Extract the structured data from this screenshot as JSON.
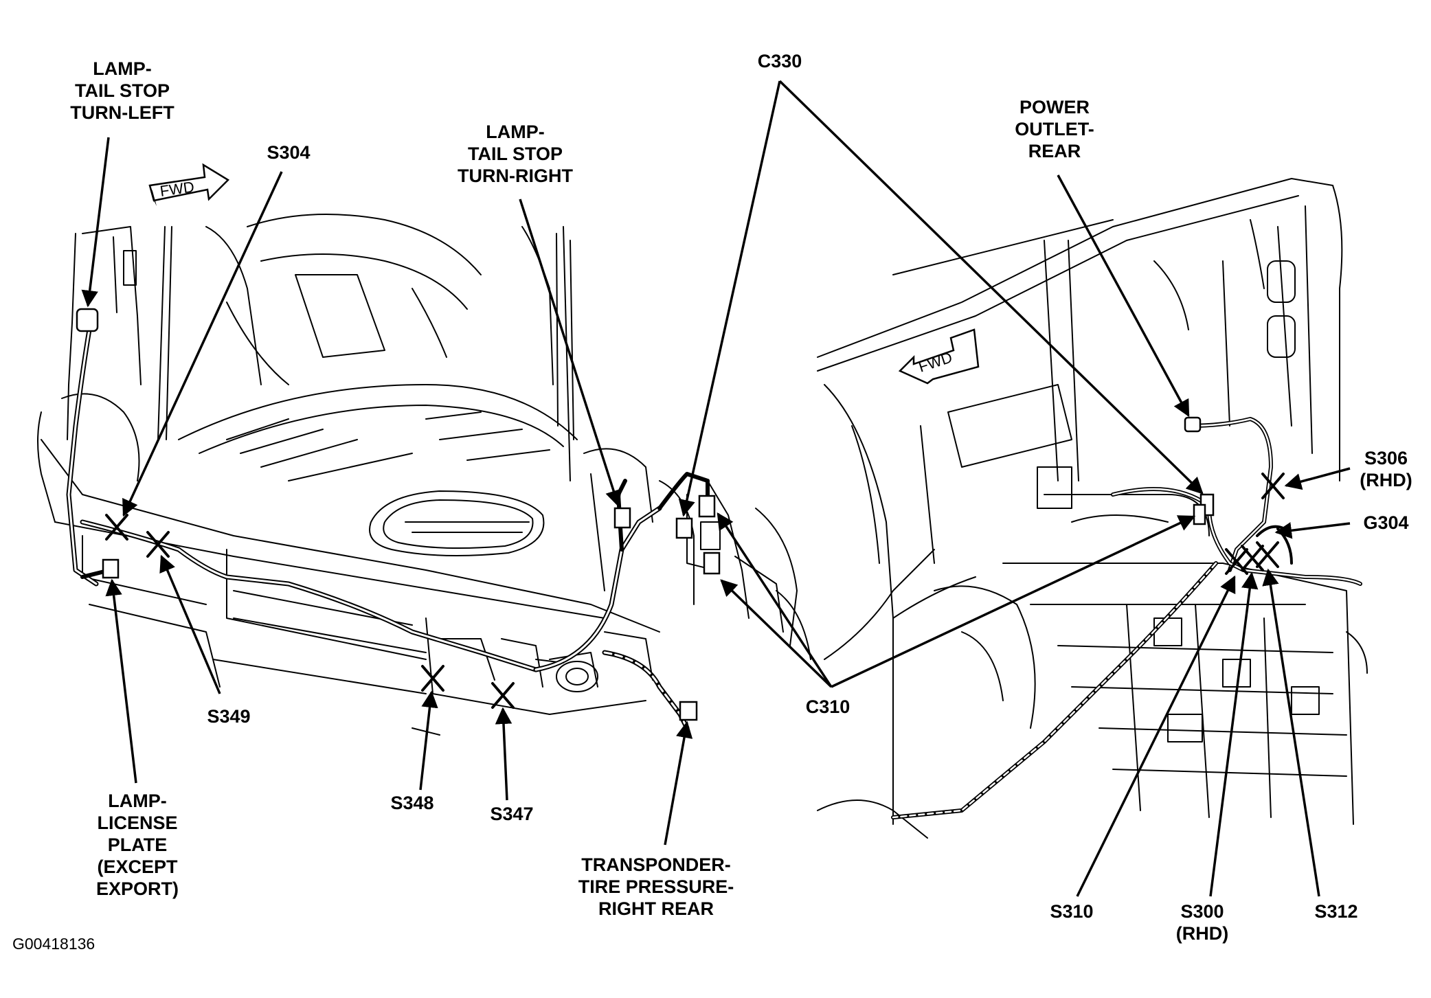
{
  "figure_id": "G00418136",
  "fwd_label": "FWD",
  "labels": {
    "lamp_tail_left": [
      "LAMP-",
      "TAIL STOP",
      "TURN-LEFT"
    ],
    "s304": "S304",
    "lamp_tail_right": [
      "LAMP-",
      "TAIL STOP",
      "TURN-RIGHT"
    ],
    "c330": "C330",
    "power_outlet_rear": [
      "POWER",
      "OUTLET-",
      "REAR"
    ],
    "s306": [
      "S306",
      "(RHD)"
    ],
    "g304": "G304",
    "s349": "S349",
    "lamp_license": [
      "LAMP-",
      "LICENSE",
      "PLATE",
      "(EXCEPT",
      "EXPORT)"
    ],
    "s348": "S348",
    "s347": "S347",
    "c310": "C310",
    "transponder": [
      "TRANSPONDER-",
      "TIRE PRESSURE-",
      "RIGHT REAR"
    ],
    "s310": "S310",
    "s300": [
      "S300",
      "(RHD)"
    ],
    "s312": "S312"
  }
}
